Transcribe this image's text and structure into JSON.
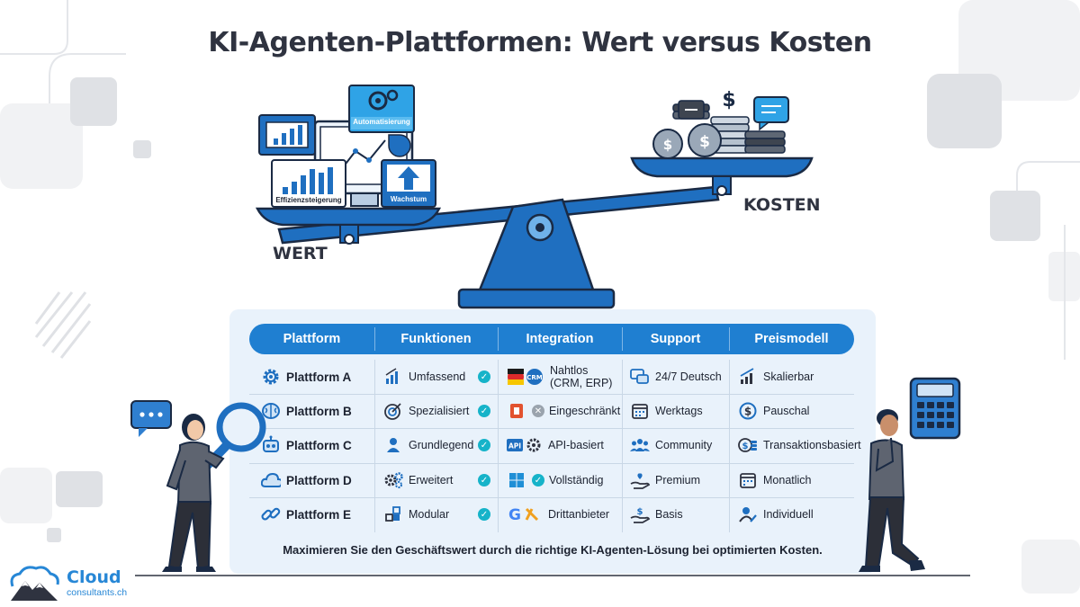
{
  "title": "KI-Agenten-Plattformen: Wert versus Kosten",
  "scale": {
    "left_label": "WERT",
    "right_label": "KOSTEN",
    "cards": {
      "automation": "Automatisierung",
      "efficiency": "Effizienzsteigerung",
      "growth": "Wachstum"
    }
  },
  "table": {
    "headers": [
      "Plattform",
      "Funktionen",
      "Integration",
      "Support",
      "Preismodell"
    ],
    "rows": [
      {
        "platform": "Plattform A",
        "platform_icon": "gear-icon",
        "function": "Umfassend",
        "function_icon": "bar-chart-icon",
        "function_ok": true,
        "integration": "Nahtlos\n(CRM, ERP)",
        "integration_icon": "crm-icon",
        "integration_ok": true,
        "support": "24/7 Deutsch",
        "support_icon": "chat-bubbles-icon",
        "pricing": "Skalierbar",
        "pricing_icon": "growth-chart-icon"
      },
      {
        "platform": "Plattform B",
        "platform_icon": "brain-icon",
        "function": "Spezialisiert",
        "function_icon": "target-icon",
        "function_ok": true,
        "integration": "Eingeschränkt",
        "integration_icon": "office-icon",
        "integration_ok": false,
        "support": "Werktags",
        "support_icon": "calendar-icon",
        "pricing": "Pauschal",
        "pricing_icon": "dollar-coin-icon"
      },
      {
        "platform": "Plattform C",
        "platform_icon": "robot-icon",
        "function": "Grundlegend",
        "function_icon": "user-icon",
        "function_ok": true,
        "integration": "API-basiert",
        "integration_icon": "api-icon",
        "integration_ok": true,
        "support": "Community",
        "support_icon": "group-icon",
        "pricing": "Transaktionsbasiert",
        "pricing_icon": "coin-stack-icon"
      },
      {
        "platform": "Plattform D",
        "platform_icon": "cloud-icon",
        "function": "Erweitert",
        "function_icon": "gears-icon",
        "function_ok": true,
        "integration": "Vollständig",
        "integration_icon": "windows-icon",
        "integration_ok": true,
        "support": "Premium",
        "support_icon": "heart-hand-icon",
        "pricing": "Monatlich",
        "pricing_icon": "calendar-icon"
      },
      {
        "platform": "Plattform E",
        "platform_icon": "link-icon",
        "function": "Modular",
        "function_icon": "blocks-icon",
        "function_ok": true,
        "integration": "Drittanbieter",
        "integration_icon": "google-icon",
        "integration_ok": true,
        "support": "Basis",
        "support_icon": "dollar-hand-icon",
        "pricing": "Individuell",
        "pricing_icon": "user-edit-icon"
      }
    ]
  },
  "footer": "Maximieren Sie den Geschäftswert durch die richtige KI-Agenten-Lösung bei optimierten Kosten.",
  "logo": {
    "name": "Cloud",
    "domain": "consultants.ch"
  },
  "colors": {
    "primary": "#1f7fd1",
    "dark": "#2f3340",
    "check": "#16b3c9",
    "panel": "#e9f2fb"
  }
}
